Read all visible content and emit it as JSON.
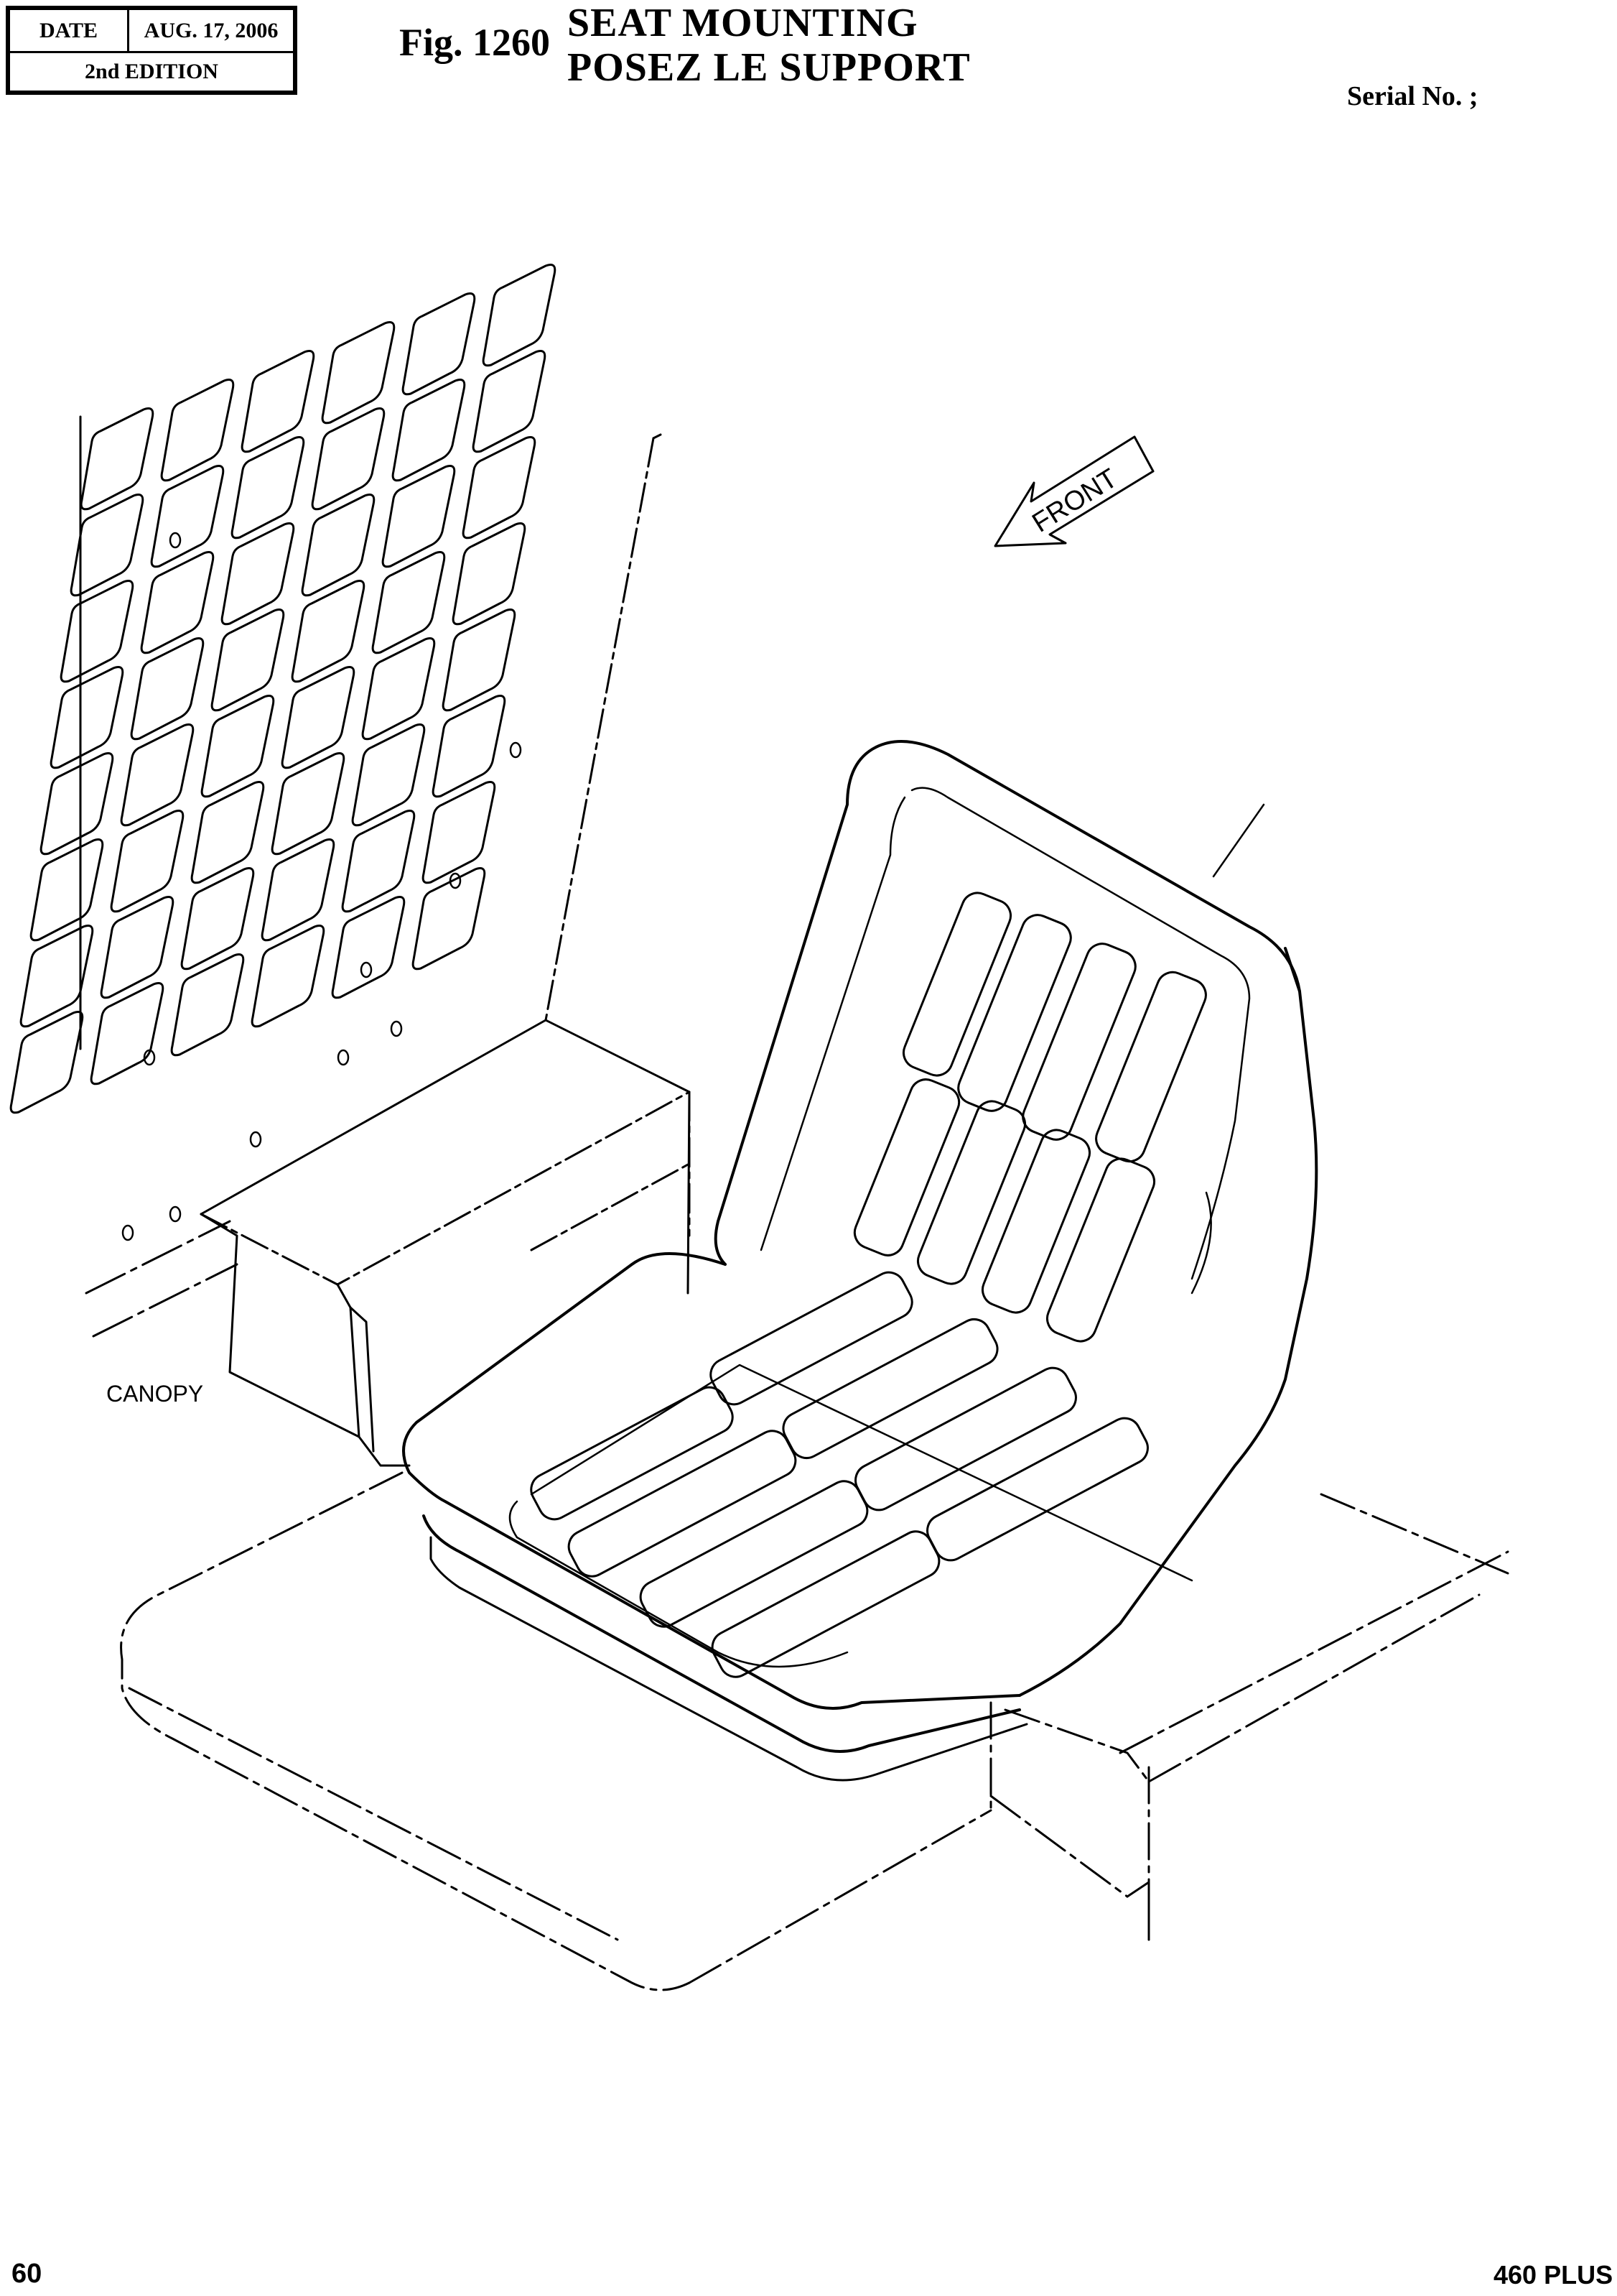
{
  "header": {
    "date_label": "DATE",
    "date_value": "AUG. 17, 2006",
    "edition": "2nd EDITION"
  },
  "figure": {
    "number": "Fig. 1260",
    "title_en": "SEAT  MOUNTING",
    "title_fr": "POSEZ  LE  SUPPORT"
  },
  "serial": "Serial No. ;",
  "callouts": {
    "front": "FRONT",
    "canopy": "CANOPY"
  },
  "footer": {
    "page_number": "60",
    "model": "460 PLUS"
  }
}
